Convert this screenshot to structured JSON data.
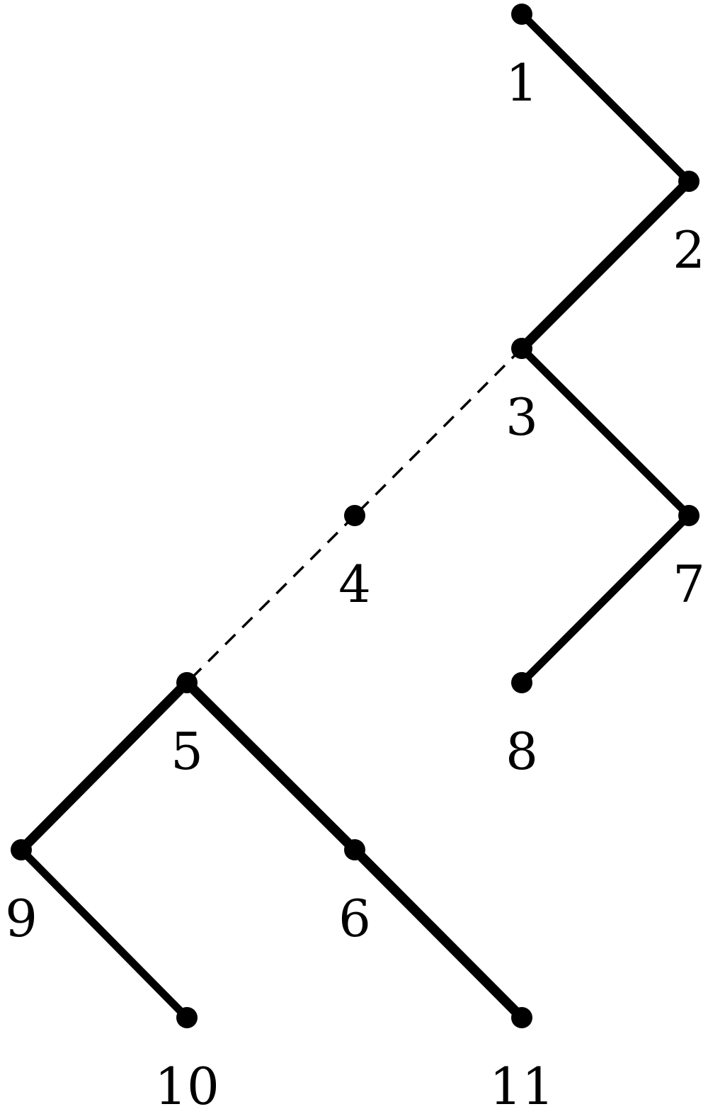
{
  "diagram": {
    "type": "tree",
    "nodes": [
      {
        "id": "1",
        "label": "1"
      },
      {
        "id": "2",
        "label": "2"
      },
      {
        "id": "3",
        "label": "3"
      },
      {
        "id": "4",
        "label": "4"
      },
      {
        "id": "5",
        "label": "5"
      },
      {
        "id": "6",
        "label": "6"
      },
      {
        "id": "7",
        "label": "7"
      },
      {
        "id": "8",
        "label": "8"
      },
      {
        "id": "9",
        "label": "9"
      },
      {
        "id": "10",
        "label": "10"
      },
      {
        "id": "11",
        "label": "11"
      }
    ],
    "edges": [
      {
        "from": "1",
        "to": "2",
        "style": "solid",
        "weight": "normal"
      },
      {
        "from": "2",
        "to": "3",
        "style": "solid",
        "weight": "heavy"
      },
      {
        "from": "3",
        "to": "7",
        "style": "solid",
        "weight": "normal"
      },
      {
        "from": "7",
        "to": "8",
        "style": "solid",
        "weight": "normal"
      },
      {
        "from": "3",
        "to": "4",
        "style": "dashed",
        "weight": "thin"
      },
      {
        "from": "4",
        "to": "5",
        "style": "dashed",
        "weight": "thin"
      },
      {
        "from": "5",
        "to": "9",
        "style": "solid",
        "weight": "heavy"
      },
      {
        "from": "5",
        "to": "6",
        "style": "solid",
        "weight": "heavy"
      },
      {
        "from": "6",
        "to": "11",
        "style": "solid",
        "weight": "heavy"
      },
      {
        "from": "9",
        "to": "10",
        "style": "solid",
        "weight": "normal"
      }
    ],
    "color": "#000000"
  }
}
